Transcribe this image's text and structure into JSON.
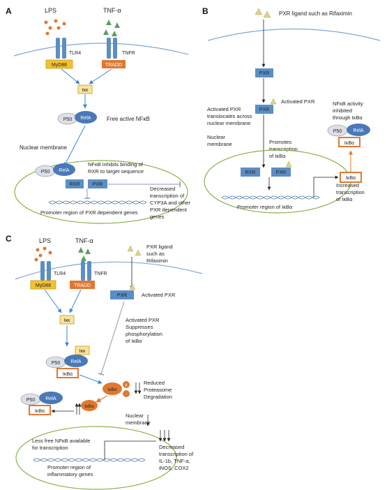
{
  "colors": {
    "receptor_blue": "#5b8ec4",
    "myd88_fill": "#f2c030",
    "tradd_fill": "#e07830",
    "ikk_fill": "#f8e49c",
    "ikba_border": "#e07830",
    "relA": "#4a78b8",
    "p50": "#dde0e8",
    "lps_dot": "#e07830",
    "tnf_tri": "#5aa060",
    "ligand_tri": "#ddd38f",
    "nucleus_outline": "#8ab04a",
    "membrane": "#7fa7d4",
    "arrow_blue": "#3a86d8"
  },
  "panelA": {
    "label": "A",
    "lps": "LPS",
    "tnf": "TNF-α",
    "tlr4": "TLR4",
    "tnfr": "TNFR",
    "myd88": "MyD88",
    "tradd": "TRADD",
    "ikk": "Iκκ",
    "p50": "P50",
    "rela": "RelA",
    "free_nfkb": "Free active NFκB",
    "nuclear_membrane": "Nuclear membrane",
    "inhibit_line1": "NFκB inhibits binding of",
    "inhibit_line2": "RXR to target sequence",
    "rxr": "RXR",
    "pxr": "PXR",
    "decreased_1": "Decreased",
    "decreased_2": "transcription of",
    "decreased_3": "CYP3A and other",
    "decreased_4": "PXR dependent",
    "decreased_5": "genes",
    "promoter": "Promoter region of PXR dependent genes"
  },
  "panelB": {
    "label": "B",
    "ligand": "PXR ligand such as Rifaximin",
    "pxr": "PXR",
    "activated_pxr": "Activated PXR",
    "translocates_1": "Activated PXR",
    "translocates_2": "translocates across",
    "translocates_3": "nuclear membrane",
    "nuclear_1": "Nuclear",
    "nuclear_2": "membrane",
    "promotes_1": "Promotes",
    "promotes_2": "transcription",
    "promotes_3": "of IκBα",
    "rxr": "RXR",
    "promoter": "Promoter region of IκBα",
    "nfkb_1": "NFκB activity",
    "nfkb_2": "inhibited",
    "nfkb_3": "through IκBα",
    "p50": "P50",
    "rela": "RelA",
    "ikba": "IκBα",
    "increased_1": "Increased",
    "increased_2": "transcription",
    "increased_3": "of IκBα"
  },
  "panelC": {
    "label": "C",
    "lps": "LPS",
    "tnf": "TNF-α",
    "tlr4": "TLR4",
    "tnfr": "TNFR",
    "myd88": "MyD88",
    "tradd": "TRADD",
    "ikk": "Iκκ",
    "ligand_1": "PXR ligand",
    "ligand_2": "such as",
    "ligand_3": "Rifaximin",
    "pxr": "PXR",
    "activated_pxr": "Activated PXR",
    "suppress_1": "Activated PXR",
    "suppress_2": "Suppresses",
    "suppress_3": "phosphorylation",
    "suppress_4": "of IκBα",
    "p50": "P50",
    "rela": "RelA",
    "ikba": "IκBα",
    "reduced_1": "Reduced",
    "reduced_2": "Proteasome",
    "reduced_3": "Degradation",
    "nuclear_1": "Nuclear",
    "nuclear_2": "membrane",
    "less_1": "Less free NFκB available",
    "less_2": "for transcription",
    "promoter_1": "Promoter region of",
    "promoter_2": "inflammatory genes",
    "decreased_1": "Decreased",
    "decreased_2": "transcription of",
    "decreased_3": "IL-1b, TNF-a,",
    "decreased_4": "iNOS, COX2",
    "phospho": "p"
  }
}
